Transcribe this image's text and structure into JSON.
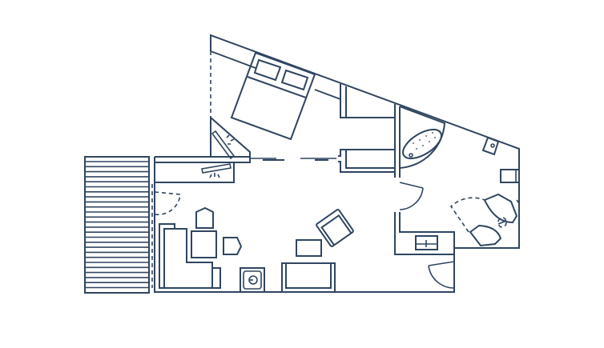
{
  "plan": {
    "stroke_color": "#2f4560",
    "background": "#ffffff",
    "rooms": [
      "bedroom",
      "living-area",
      "bathroom",
      "balcony",
      "entry"
    ]
  }
}
